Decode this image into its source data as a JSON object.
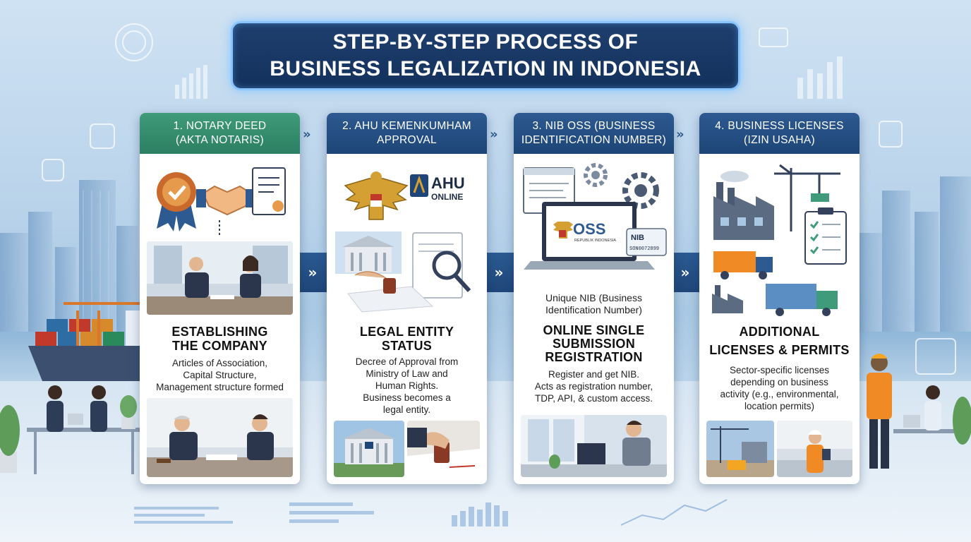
{
  "title": {
    "line1": "STEP-BY-STEP PROCESS OF",
    "line2": "BUSINESS LEGALIZATION IN INDONESIA"
  },
  "steps": [
    {
      "header_line1": "1. NOTARY DEED",
      "header_line2": "(AKTA NOTARIS)",
      "title_line1": "ESTABLISHING",
      "title_line2": "THE COMPANY",
      "desc": [
        "Articles of Association,",
        "Capital Structure,",
        "Management structure formed"
      ]
    },
    {
      "header_line1": "2. AHU KEMENKUMHAM",
      "header_line2": "APPROVAL",
      "logo_text_1": "AHU",
      "logo_text_2": "ONLINE",
      "title_line1": "LEGAL ENTITY",
      "title_line2": "STATUS",
      "desc": [
        "Decree of Approval from",
        "Ministry of Law and",
        "Human Rights.",
        "Business becomes a",
        "legal entity."
      ]
    },
    {
      "header_line1": "3. NIB OSS (BUSINESS",
      "header_line2": "IDENTIFICATION NUMBER)",
      "oss_logo": "OSS",
      "oss_sub": "REPUBLIK INDONESIA",
      "nib_card_label": "NIB",
      "nib_card_number": "SON0072899",
      "caption_line1": "Unique NIB (Business",
      "caption_line2": "Identification Number)",
      "title_line1": "ONLINE SINGLE",
      "title_line2": "SUBMISSION",
      "title_line3": "REGISTRATION",
      "desc": [
        "Register and get NIB.",
        "Acts as registration number,",
        "TDP, API, & custom access."
      ]
    },
    {
      "header_line1": "4. BUSINESS LICENSES",
      "header_line2": "(IZIN USAHA)",
      "title_line1": "ADDITIONAL",
      "title_line2": "LICENSES & PERMITS",
      "desc": [
        "Sector-specific licenses",
        "depending on business",
        "activity (e.g., environmental,",
        "location permits)"
      ]
    }
  ],
  "arrows": {
    "glyph": "»"
  },
  "colors": {
    "title_bg": "#13315c",
    "header_green": "#2c7f62",
    "header_blue": "#1d4577",
    "arrow_band": "#1f4679",
    "glow": "#8ac4ff"
  },
  "icons": [
    "award-seal-icon",
    "handshake-icon",
    "document-icon",
    "garuda-emblem-icon",
    "magnifier-icon",
    "stamp-icon",
    "gear-icon",
    "laptop-icon",
    "factory-icon",
    "crane-icon",
    "truck-icon",
    "clipboard-checklist-icon"
  ]
}
